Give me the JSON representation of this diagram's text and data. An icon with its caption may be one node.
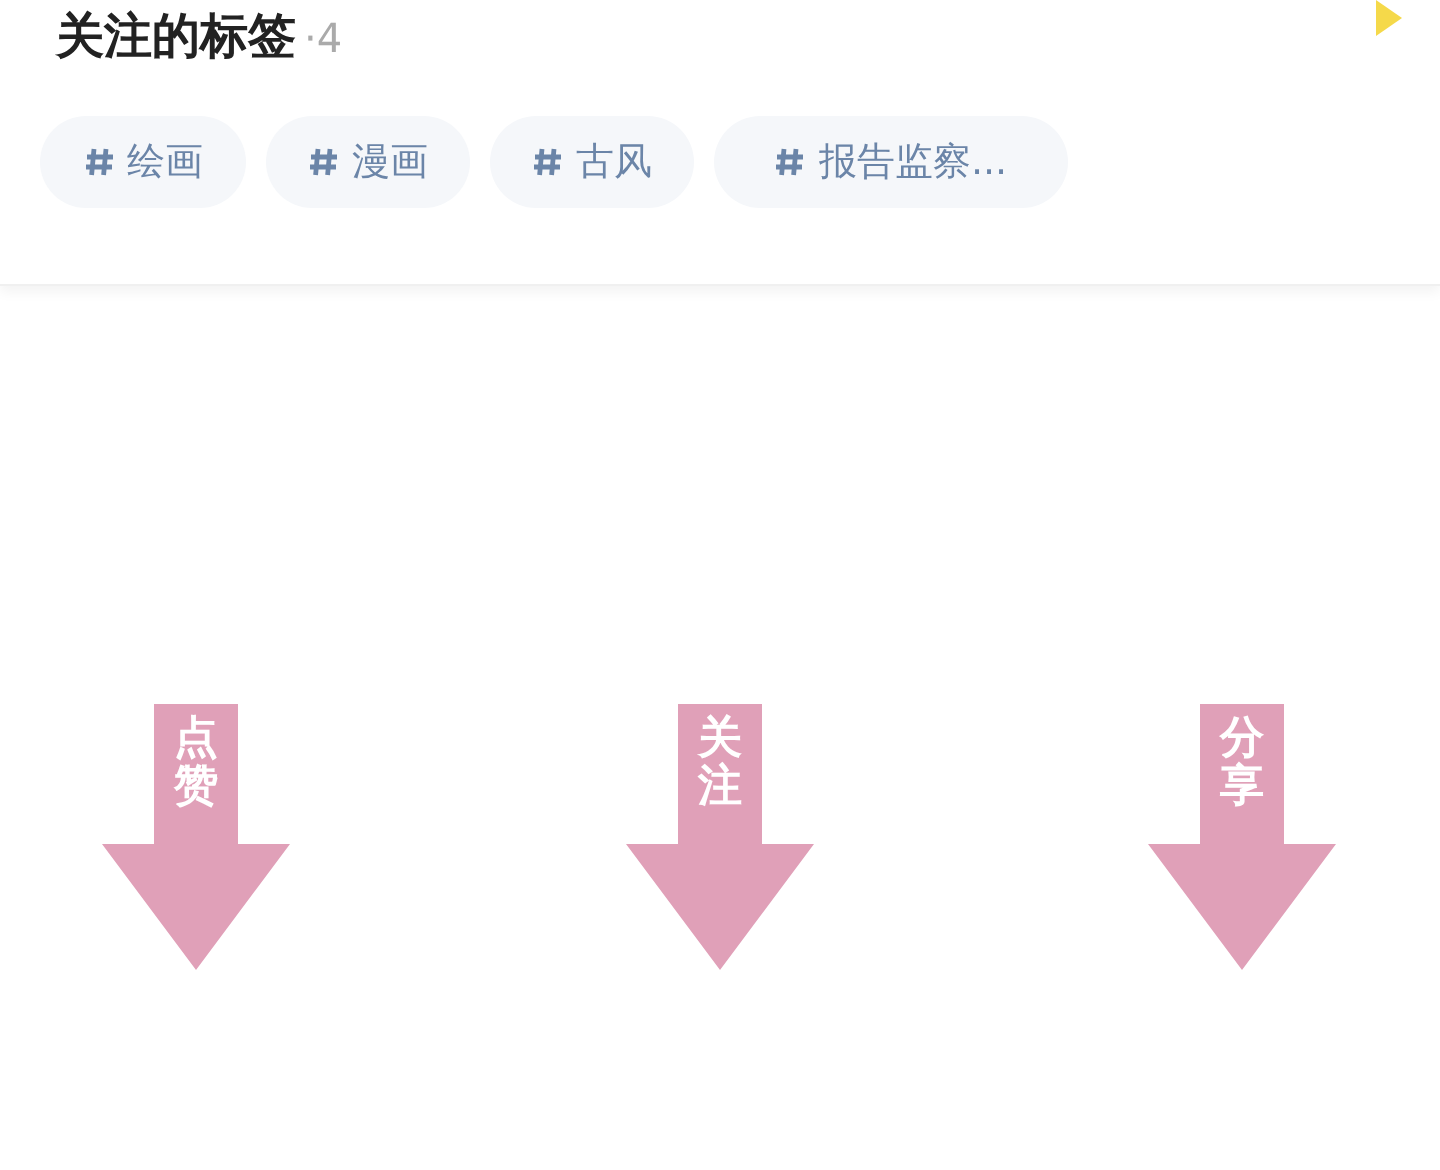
{
  "diagram": {
    "title": "关注的标签",
    "nodes": [
      {
        "text": [
          "绘画"
        ]
      },
      {
        "text": [
          "漫画"
        ]
      },
      {
        "text": [
          "古风"
        ]
      },
      {
        "text": [
          "报告监察..."
        ]
      },
      {
        "text": [
          "点赞"
        ]
      },
      {
        "text": [
          "关注"
        ]
      },
      {
        "text": [
          "分享"
        ]
      }
    ],
    "labels": [
      "·4"
    ]
  }
}
